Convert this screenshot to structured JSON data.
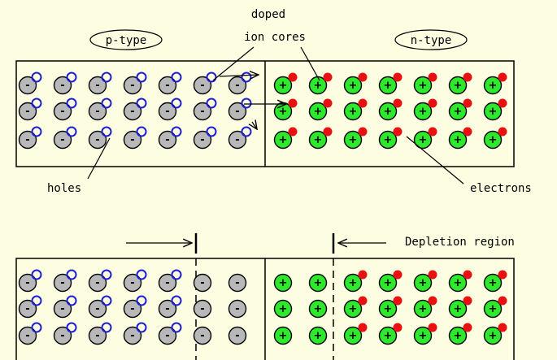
{
  "labels": {
    "doped_line1": "doped",
    "doped_line2": "ion cores",
    "p_type": "p-type",
    "n_type": "n-type",
    "holes": "holes",
    "electrons": "electrons",
    "depletion": "Depletion region"
  },
  "ion_signs": {
    "acceptor": "-",
    "donor": "+"
  },
  "colors": {
    "background": "#fdfde1",
    "acceptor_ion": "#b8b8b8",
    "donor_ion": "#2ee82e",
    "hole": "#1e1ed2",
    "electron": "#e81010"
  },
  "structure": {
    "top_panel": {
      "p_side_ion_rows": 3,
      "p_side_ion_cols": 7,
      "n_side_ion_rows": 3,
      "n_side_ion_cols": 7,
      "p_side_holes": "all ions paired",
      "n_side_electrons": "all ions paired"
    },
    "bottom_panel": {
      "p_side_ion_cols": 7,
      "p_side_holes_present_in_cols": 5,
      "n_side_ion_cols": 7,
      "n_side_electrons_absent_in_cols": 2
    }
  }
}
